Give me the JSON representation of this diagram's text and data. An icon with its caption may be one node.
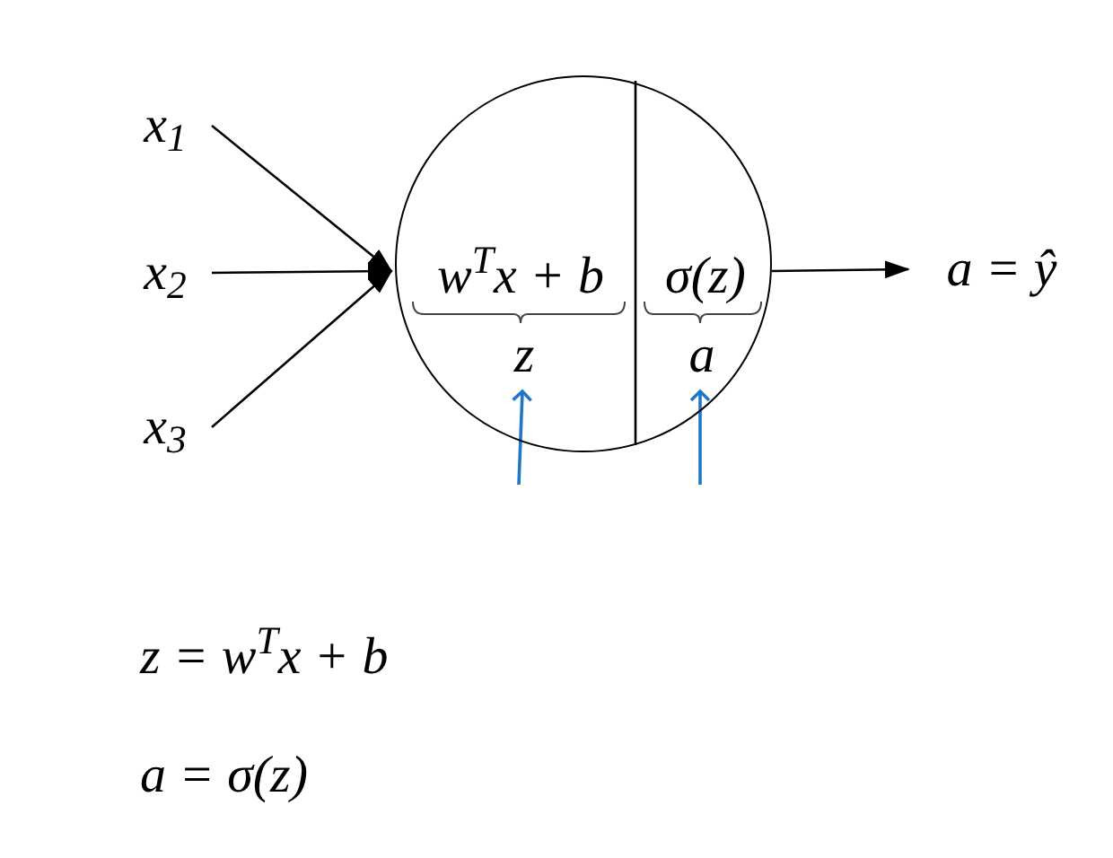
{
  "diagram": {
    "nodes": [
      {
        "text": [
          "x$_{1}$"
        ]
      },
      {
        "text": [
          "x$_{2}$"
        ]
      },
      {
        "text": [
          "x$_{3}$"
        ]
      },
      {
        "text": [],
        "shape": "circle"
      },
      {
        "text": [
          "w$^{T}$x + b"
        ],
        "in": 3
      },
      {
        "text": [
          "σ(z)"
        ],
        "in": 3
      },
      {
        "text": [
          "z"
        ],
        "in": 3
      },
      {
        "text": [
          "a"
        ],
        "in": 3
      },
      {
        "text": [
          "a = ŷ"
        ]
      }
    ],
    "edges": [
      {
        "from": 0,
        "to": 3,
        "arrow": "to"
      },
      {
        "from": 1,
        "to": 3,
        "arrow": "to"
      },
      {
        "from": 2,
        "to": 3,
        "arrow": "to"
      },
      {
        "from": 3,
        "to": 8,
        "arrow": "to"
      },
      {
        "from": null,
        "to": 6,
        "arrow": "to",
        "color": "#1f77c8"
      },
      {
        "from": null,
        "to": 7,
        "arrow": "to",
        "color": "#1f77c8"
      }
    ],
    "labels": [
      "z = w$^{T}$x + b",
      "a = σ(z)"
    ]
  }
}
